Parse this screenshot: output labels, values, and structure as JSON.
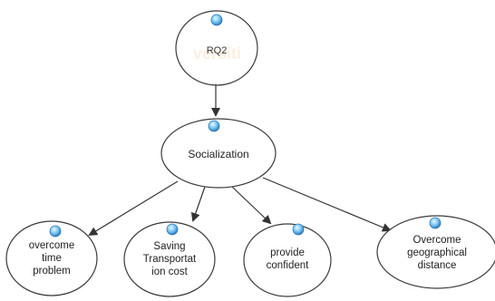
{
  "diagram": {
    "root": {
      "label": "RQ2",
      "watermark": "versiti"
    },
    "middle": {
      "label": "Socialization"
    },
    "leaves": [
      {
        "label": "overcome\ntime\nproblem"
      },
      {
        "label": "Saving\nTransportat\nion cost"
      },
      {
        "label": "provide\nconfident"
      },
      {
        "label": "Overcome\ngeographical\ndistance"
      }
    ]
  },
  "colors": {
    "node_fill": "#ffffff",
    "node_stroke": "#3a3a3a",
    "edge": "#333333",
    "marker_fill": "#78c6f4",
    "marker_stroke": "#2e78b8",
    "watermark": "#f5cfa0"
  },
  "icons": {
    "node_marker": "blue-circle-icon",
    "arrow": "arrowhead-icon"
  }
}
